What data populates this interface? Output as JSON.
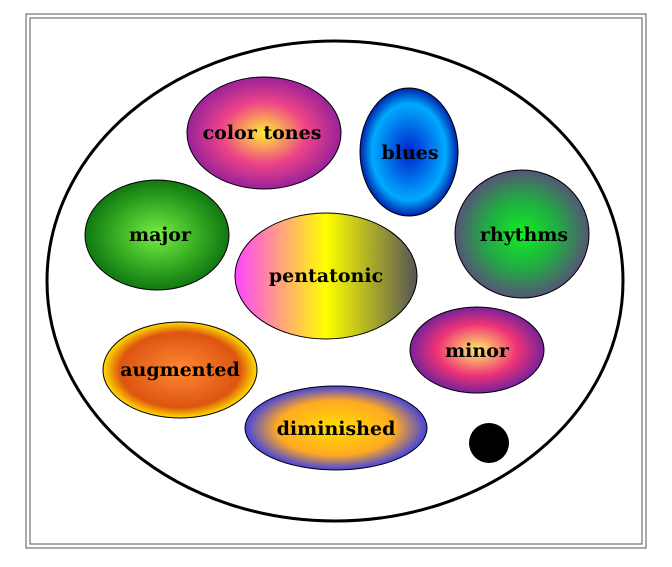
{
  "diagram": {
    "bubbles": [
      {
        "id": "color-tones",
        "label": "color tones"
      },
      {
        "id": "blues",
        "label": "blues"
      },
      {
        "id": "major",
        "label": "major"
      },
      {
        "id": "rhythms",
        "label": "rhythms"
      },
      {
        "id": "pentatonic",
        "label": "pentatonic"
      },
      {
        "id": "minor",
        "label": "minor"
      },
      {
        "id": "augmented",
        "label": "augmented"
      },
      {
        "id": "diminished",
        "label": "diminished"
      }
    ],
    "colors": {
      "frame_border": "#555555",
      "outline": "#000000",
      "dot": "#000000",
      "color_tones": [
        "#ffee33",
        "#ee4488",
        "#992299"
      ],
      "blues": [
        "#0022cc",
        "#00aaff",
        "#0022aa"
      ],
      "major": [
        "#77ee44",
        "#33aa22",
        "#117711"
      ],
      "rhythms": [
        "#11ee22",
        "#22aa44",
        "#555577"
      ],
      "pentatonic": [
        "#ff44ff",
        "#ffff00",
        "#555555"
      ],
      "minor": [
        "#ffee66",
        "#ee3377",
        "#772299"
      ],
      "augmented": [
        "#ff8833",
        "#dd5511",
        "#ffdd00"
      ],
      "diminished": [
        "#ffdd00",
        "#ffaa22",
        "#4444dd"
      ]
    }
  }
}
